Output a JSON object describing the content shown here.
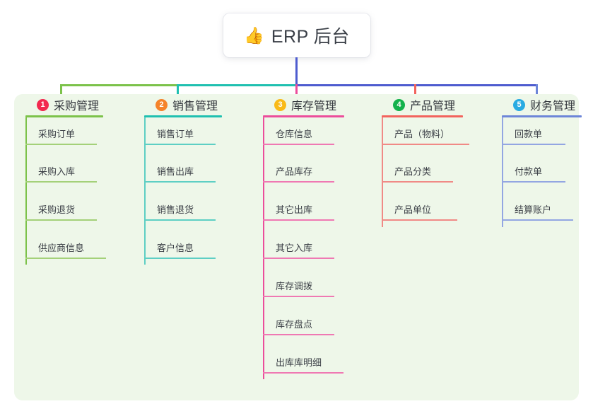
{
  "root": {
    "icon": "thumbs-up-emoji",
    "emoji": "👍",
    "title": "ERP 后台"
  },
  "palette": {
    "panel_bg": "#eef7e9",
    "canvas_bg": "#ffffff",
    "root_stem": "#4e5ccf",
    "text": "#33373d"
  },
  "columns": [
    {
      "number": "1",
      "title": "采购管理",
      "badge_color": "#f2294f",
      "line_color": "#7cc24a",
      "items": [
        "采购订单",
        "采购入库",
        "采购退货",
        "供应商信息"
      ]
    },
    {
      "number": "2",
      "title": "销售管理",
      "badge_color": "#f5832a",
      "line_color": "#1fc0b0",
      "items": [
        "销售订单",
        "销售出库",
        "销售退货",
        "客户信息"
      ]
    },
    {
      "number": "3",
      "title": "库存管理",
      "badge_color": "#f9ba18",
      "line_color": "#ec4d9b",
      "items": [
        "仓库信息",
        "产品库存",
        "其它出库",
        "其它入库",
        "库存调拨",
        "库存盘点",
        "出库库明细"
      ]
    },
    {
      "number": "4",
      "title": "产品管理",
      "badge_color": "#13b14b",
      "line_color": "#f2635d",
      "items": [
        "产品（物料）",
        "产品分类",
        "产品单位"
      ]
    },
    {
      "number": "5",
      "title": "财务管理",
      "badge_color": "#29abe2",
      "line_color": "#6d86d8",
      "items": [
        "回款单",
        "付款单",
        "结算账户"
      ]
    }
  ],
  "connector": {
    "segments": [
      {
        "color": "#7cc24a"
      },
      {
        "color": "#1fc0b0"
      },
      {
        "color": "#4e5ccf"
      }
    ]
  }
}
